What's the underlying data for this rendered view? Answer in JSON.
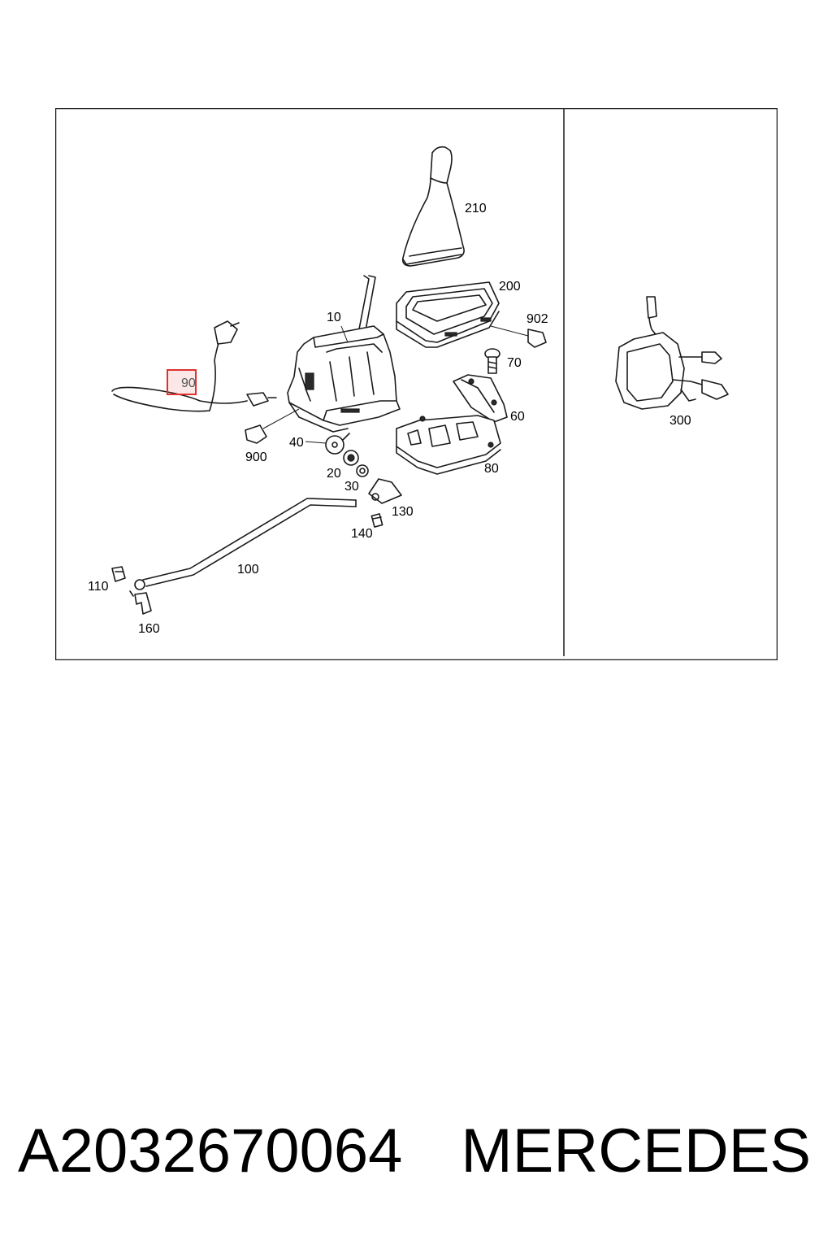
{
  "diagram": {
    "labels": {
      "p10": "10",
      "p20": "20",
      "p30": "30",
      "p40": "40",
      "p60": "60",
      "p70": "70",
      "p80": "80",
      "p90": "90",
      "p100": "100",
      "p110": "110",
      "p130": "130",
      "p140": "140",
      "p160": "160",
      "p200": "200",
      "p210": "210",
      "p300": "300",
      "p900": "900",
      "p902": "902"
    },
    "highlighted_part": "90",
    "highlight_color": "#e03030"
  },
  "caption": {
    "part_number": "A2032670064",
    "brand": "MERCEDES"
  }
}
